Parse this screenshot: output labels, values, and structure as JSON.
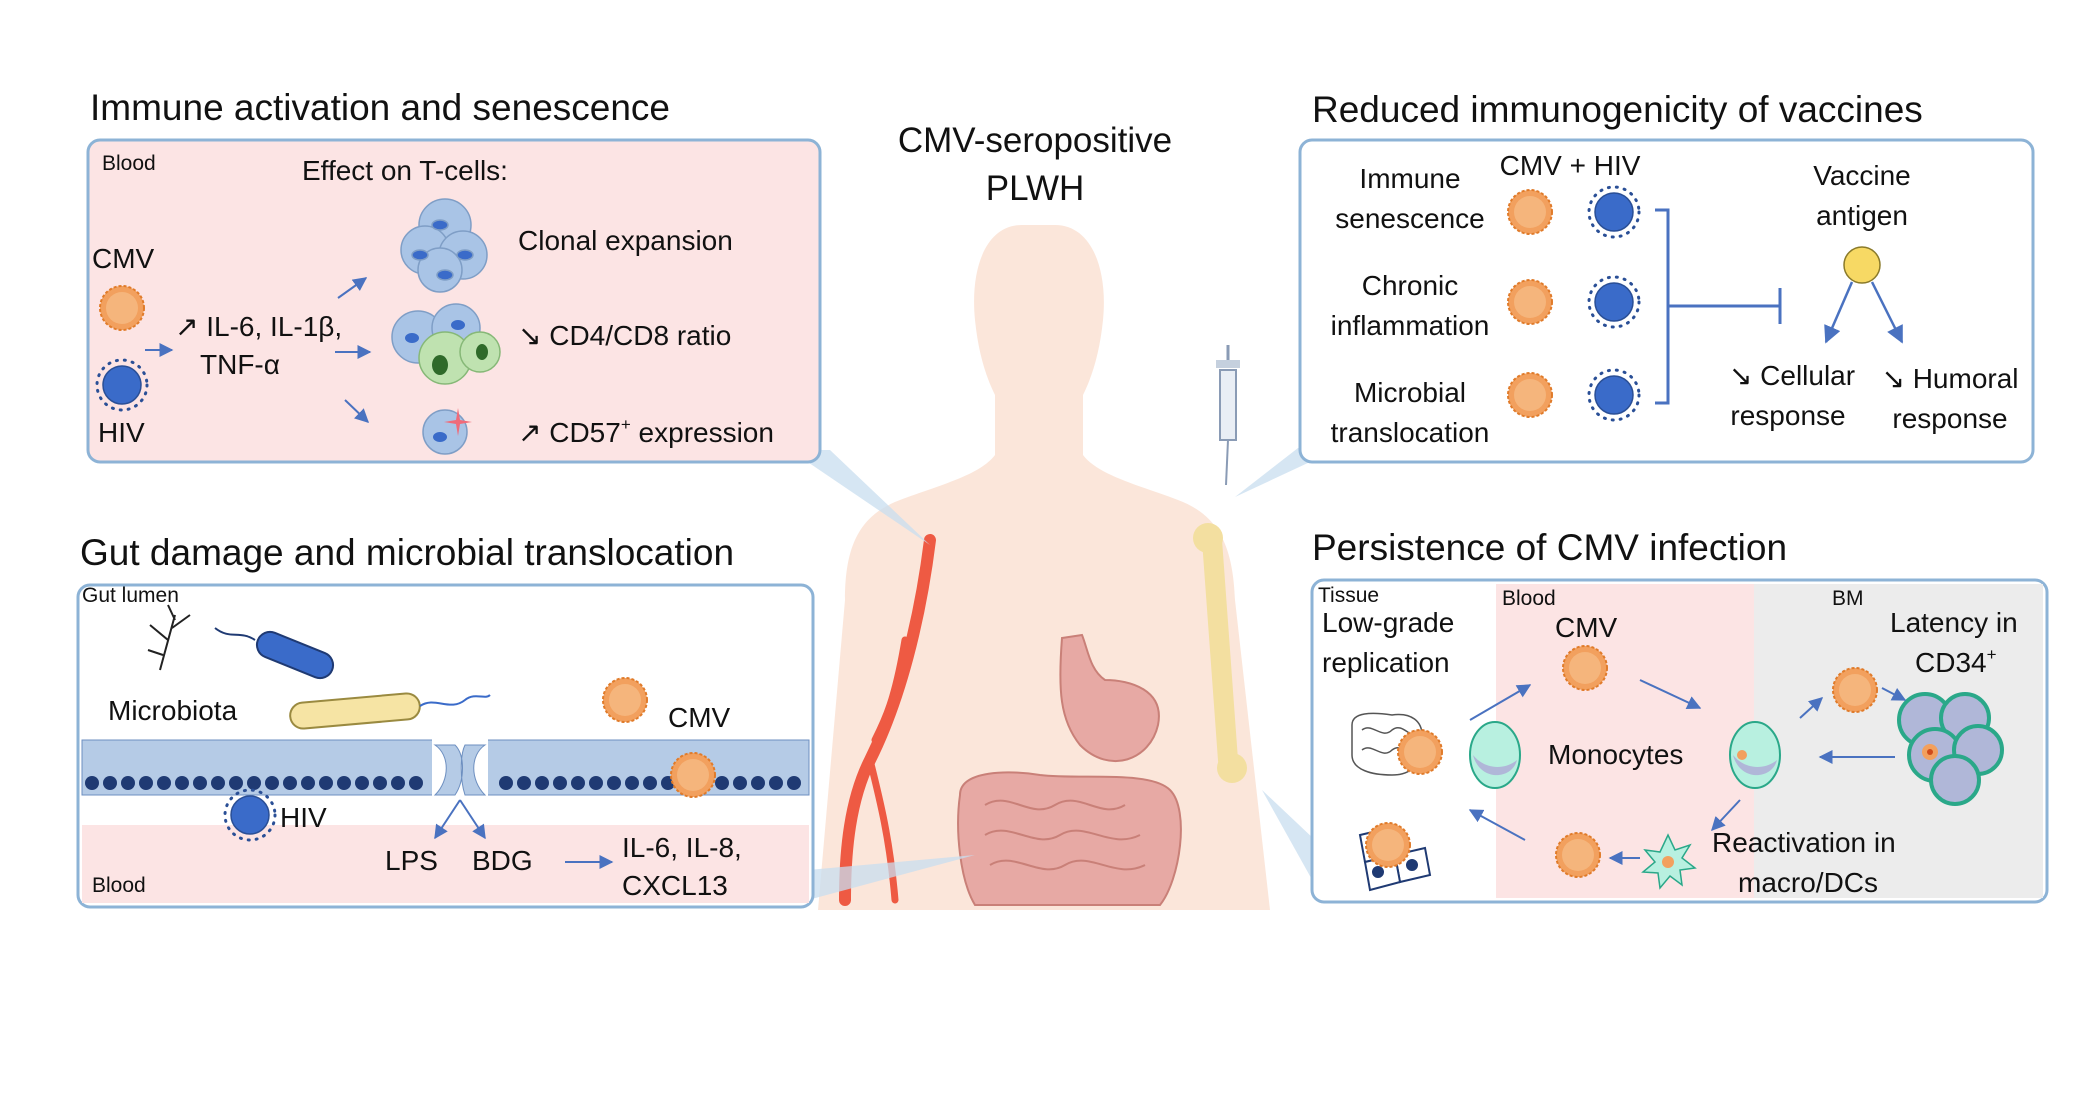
{
  "center": {
    "line1": "CMV-seropositive",
    "line2": "PLWH"
  },
  "panel_tl": {
    "title": "Immune activation and senescence",
    "blood": "Blood",
    "effect": "Effect on T-cells:",
    "cmv": "CMV",
    "hiv": "HIV",
    "cytokines1": "↗ IL-6, IL-1β,",
    "cytokines2": "TNF-α",
    "clonal": "Clonal expansion",
    "ratio": "↘ CD4/CD8 ratio",
    "cd57_pre": "↗ CD57",
    "cd57_sup": "+",
    "cd57_post": " expression"
  },
  "panel_tr": {
    "title": "Reduced immunogenicity of vaccines",
    "senescence1": "Immune",
    "senescence2": "senescence",
    "cmv_hiv": "CMV + HIV",
    "chronic1": "Chronic",
    "chronic2": "inflammation",
    "microbial1": "Microbial",
    "microbial2": "translocation",
    "vaccine1": "Vaccine",
    "vaccine2": "antigen",
    "cellular1": "↘ Cellular",
    "cellular2": "response",
    "humoral1": "↘ Humoral",
    "humoral2": "response"
  },
  "panel_bl": {
    "title": "Gut damage and microbial translocation",
    "lumen": "Gut lumen",
    "microbiota": "Microbiota",
    "cmv": "CMV",
    "hiv": "HIV",
    "blood": "Blood",
    "lps": "LPS",
    "bdg": "BDG",
    "cyt1": "IL-6, IL-8,",
    "cyt2": "CXCL13"
  },
  "panel_br": {
    "title": "Persistence of CMV infection",
    "tissue": "Tissue",
    "blood": "Blood",
    "bm": "BM",
    "lowgrade1": "Low-grade",
    "lowgrade2": "replication",
    "cmv": "CMV",
    "monocytes": "Monocytes",
    "latency1": "Latency in",
    "latency2_pre": "CD34",
    "latency2_sup": "+",
    "react1": "Reactivation in",
    "react2": "macro/DCs"
  },
  "colors": {
    "panel_border": "#8db3d6",
    "blood_fill": "#fce4e4",
    "bm_fill": "#ececec",
    "cmv_orange": "#f2a05e",
    "hiv_blue": "#3a6bc9",
    "arrow_blue": "#4a72c0",
    "silhouette": "#fbe3d6",
    "vessel_red": "#ee5a43",
    "bone": "#f3dfa0",
    "intestine": "#e7a9a4"
  }
}
